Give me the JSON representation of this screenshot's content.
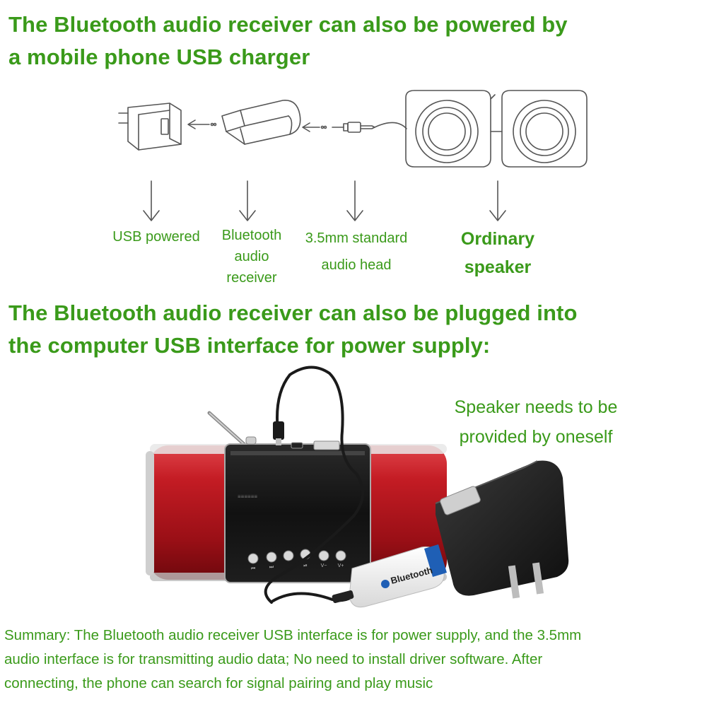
{
  "heading1": {
    "line1": "The Bluetooth audio receiver can also be powered by",
    "line2": "a mobile phone USB charger"
  },
  "diagram": {
    "labels": {
      "usb_powered": "USB powered",
      "bt_receiver_l1": "Bluetooth",
      "bt_receiver_l2": "audio",
      "bt_receiver_l3": "receiver",
      "jack_l1": "3.5mm standard",
      "jack_l2": "audio head",
      "speaker_l1": "Ordinary",
      "speaker_l2": "speaker"
    },
    "icons": [
      "usb-charger-icon",
      "bluetooth-dongle-icon",
      "audio-jack-icon",
      "speaker-pair-icon",
      "down-arrow-icon"
    ]
  },
  "heading2": {
    "line1": "The Bluetooth audio receiver can also be plugged into",
    "line2": "the computer USB interface for power supply:"
  },
  "photo": {
    "note_l1": "Speaker needs to be",
    "note_l2": "provided by oneself",
    "dongle_text": "Bluetooth",
    "button_labels": [
      "⏮",
      "⏭",
      "",
      "⏯",
      "V−",
      "V+"
    ]
  },
  "summary": {
    "line1": "Summary: The Bluetooth audio receiver USB interface is for power supply, and the 3.5mm",
    "line2": "audio interface is for transmitting audio data; No need to install driver software. After",
    "line3": "connecting, the phone can search for signal pairing and play music"
  },
  "colors": {
    "text_green": "#3a9a1a",
    "speaker_red": "#b5141c",
    "line_art": "#555555"
  }
}
